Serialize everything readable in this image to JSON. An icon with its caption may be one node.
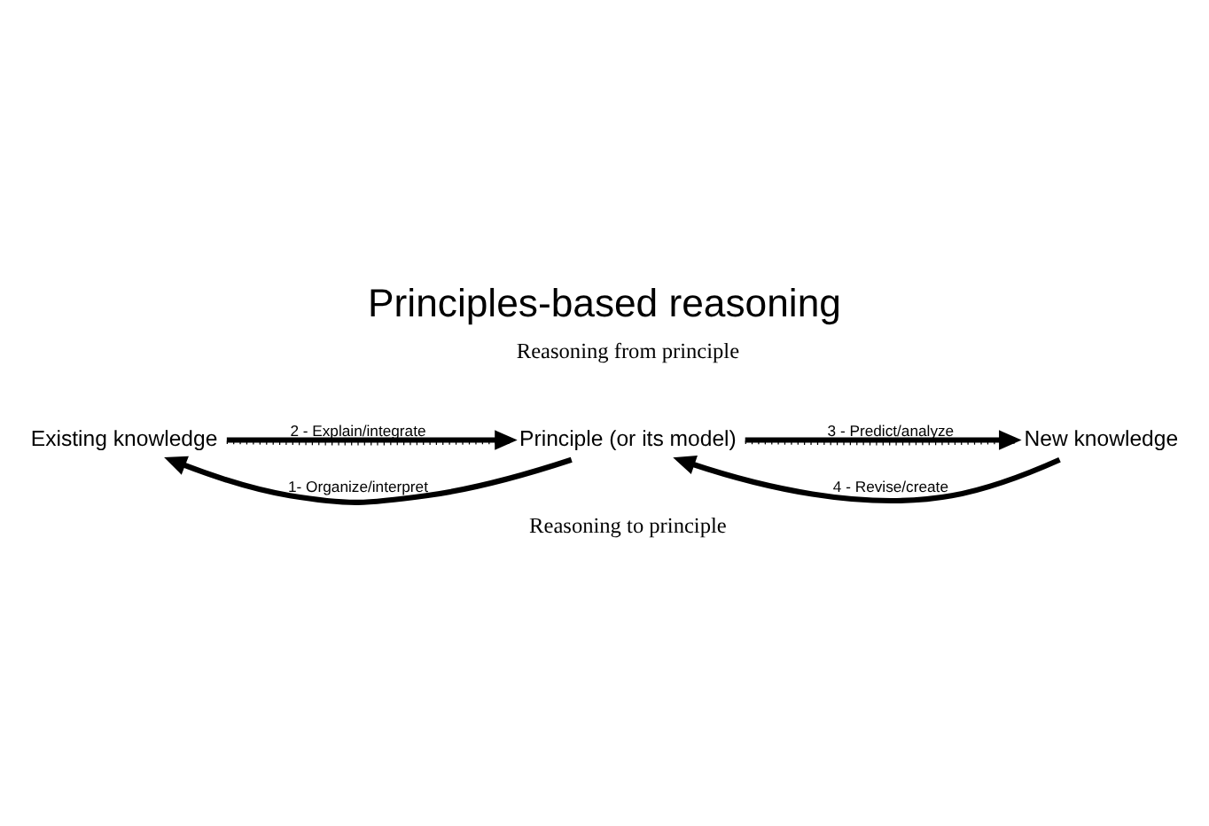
{
  "diagram": {
    "title": "Principles-based reasoning",
    "nodes": [
      {
        "text": [
          "Existing knowledge"
        ]
      },
      {
        "text": [
          "Principle (or its model)"
        ]
      },
      {
        "text": [
          "New knowledge"
        ]
      }
    ],
    "edges": [
      {
        "from": 1,
        "to": 0,
        "arrow": "to",
        "label": "1- Organize/interpret"
      },
      {
        "from": 0,
        "to": 1,
        "arrow": "to",
        "label": "2 - Explain/integrate"
      },
      {
        "from": 1,
        "to": 2,
        "arrow": "to",
        "label": "3 - Predict/analyze"
      },
      {
        "from": 2,
        "to": 1,
        "arrow": "to",
        "label": "4 - Revise/create"
      },
      {
        "from": 0,
        "to": 1,
        "arrow": "none",
        "style": "dashed"
      },
      {
        "from": 1,
        "to": 2,
        "arrow": "none",
        "style": "dashed"
      }
    ],
    "labels": [
      "Reasoning from principle",
      "Reasoning to principle"
    ]
  }
}
